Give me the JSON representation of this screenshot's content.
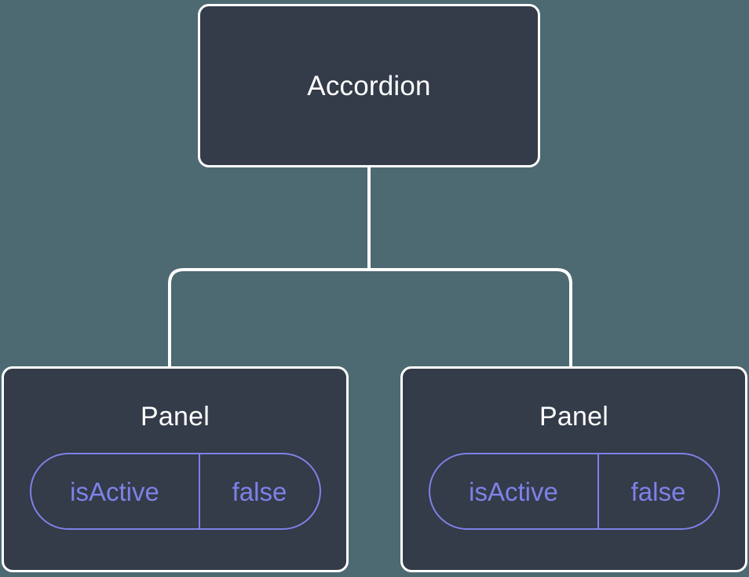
{
  "diagram": {
    "type": "component-tree",
    "background_color": "#4d6a72",
    "node_fill_color": "#343b49",
    "node_border_color": "#ffffff",
    "edge_color": "#ffffff",
    "accent_color": "#7d82e8",
    "root": {
      "label": "Accordion"
    },
    "children": [
      {
        "label": "Panel",
        "state": {
          "key": "isActive",
          "value": "false"
        }
      },
      {
        "label": "Panel",
        "state": {
          "key": "isActive",
          "value": "false"
        }
      }
    ]
  }
}
